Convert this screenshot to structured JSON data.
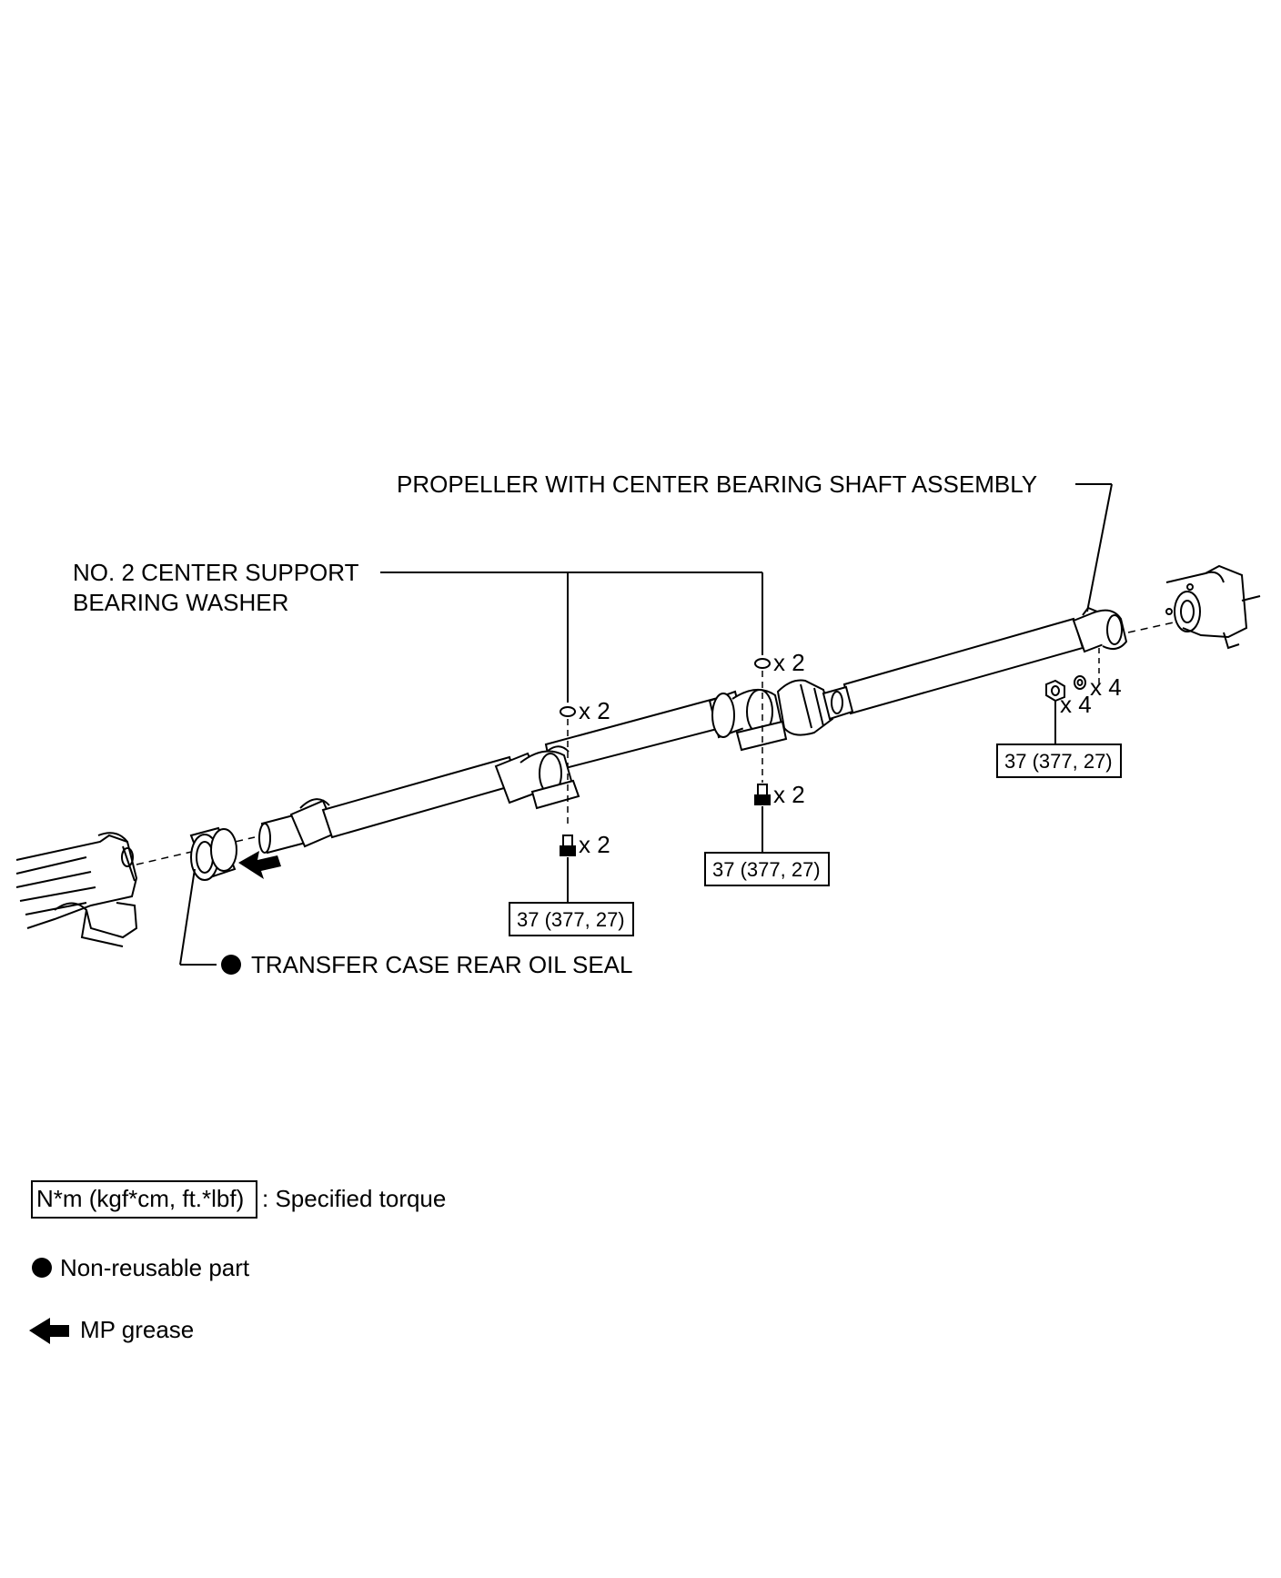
{
  "labels": {
    "propeller_assembly": "PROPELLER WITH CENTER BEARING SHAFT ASSEMBLY",
    "washer_line1": "NO. 2 CENTER SUPPORT",
    "washer_line2": "BEARING WASHER",
    "oil_seal": "TRANSFER CASE REAR OIL SEAL"
  },
  "quantities": {
    "washer_left": "x 2",
    "washer_right": "x 2",
    "bolt_left": "x 2",
    "bolt_right": "x 2",
    "nut_flange": "x 4",
    "washer_flange": "x 4"
  },
  "torques": {
    "left_support": "37 (377, 27)",
    "right_support": "37 (377, 27)",
    "flange": "37 (377, 27)"
  },
  "legend": {
    "torque_box": "N*m (kgf*cm, ft.*lbf)",
    "torque_desc": ": Specified torque",
    "non_reusable": "Non-reusable part",
    "mp_grease": "MP grease"
  }
}
